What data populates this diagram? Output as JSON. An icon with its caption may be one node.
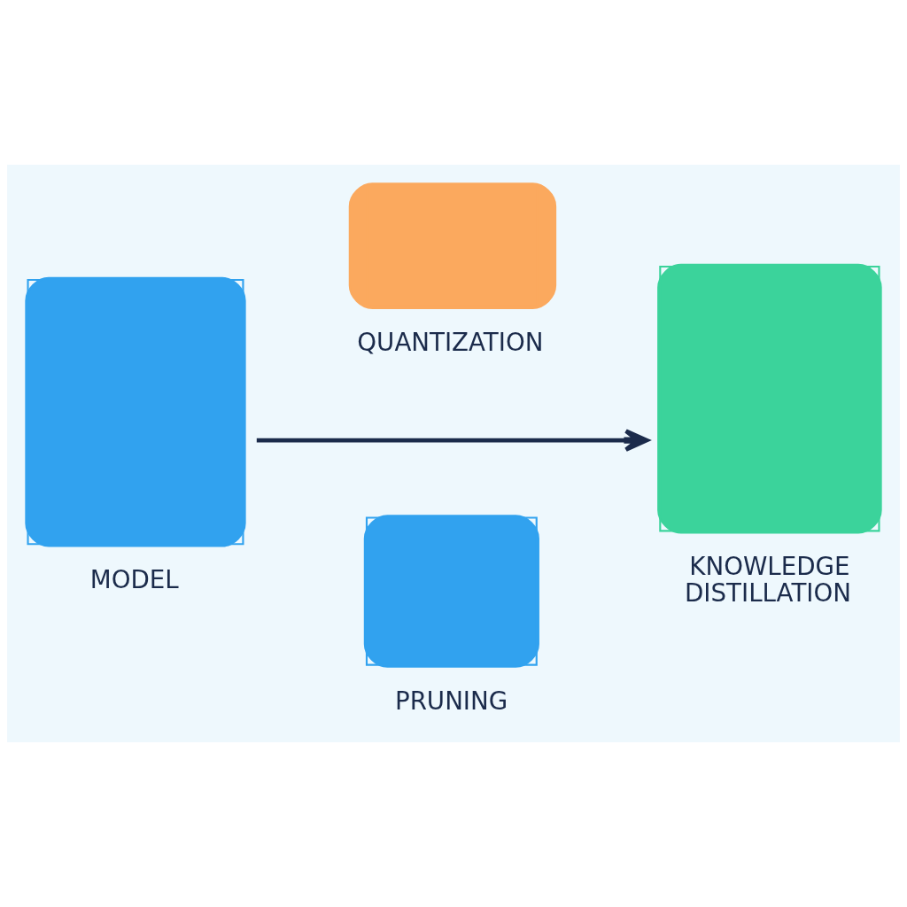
{
  "diagram": {
    "nodes": [
      {
        "text": [
          "MODEL"
        ]
      },
      {
        "text": [
          "QUANTIZATION"
        ]
      },
      {
        "text": [
          "PRUNING"
        ]
      },
      {
        "text": [
          "KNOWLEDGE DISTILLATION"
        ]
      }
    ],
    "edges": [
      {
        "from": 0,
        "to": 3,
        "arrow": "to"
      }
    ]
  }
}
